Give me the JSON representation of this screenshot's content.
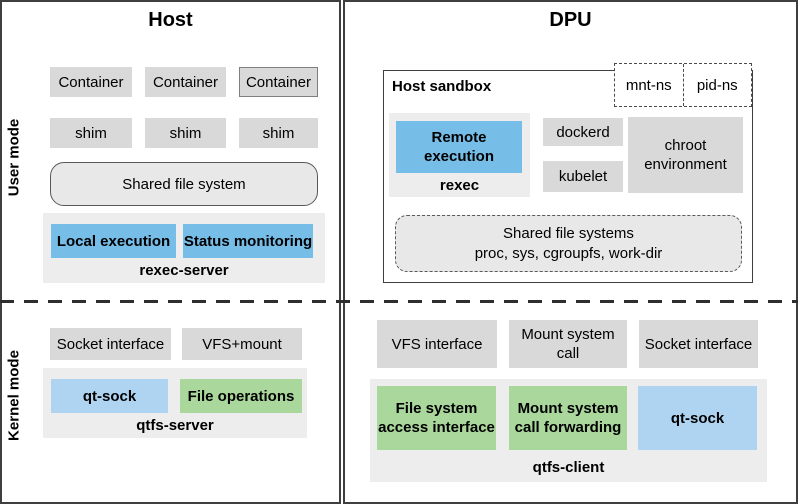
{
  "colors": {
    "medium_blue": "#76BDE8",
    "light_blue": "#AED4F1",
    "green": "#A9D79C",
    "box_gray": "#D9D9D9",
    "group_gray": "#EDEDED",
    "rounded_gray": "#E8E8E8",
    "border_dark": "#3F3F3F",
    "border_gray": "#595959"
  },
  "titles": {
    "host": "Host",
    "dpu": "DPU"
  },
  "mode_labels": {
    "user": "User mode",
    "kernel": "Kernel mode"
  },
  "host": {
    "containers": [
      "Container",
      "Container",
      "Container"
    ],
    "shims": [
      "shim",
      "shim",
      "shim"
    ],
    "shared_fs": "Shared file system",
    "rexec_server": {
      "local_execution": "Local execution",
      "status_monitoring": "Status monitoring",
      "label": "rexec-server"
    },
    "socket_interface": "Socket interface",
    "vfs_mount": "VFS+mount",
    "qtfs_server": {
      "qt_sock": "qt-sock",
      "file_operations": "File operations",
      "label": "qtfs-server"
    }
  },
  "dpu": {
    "sandbox": {
      "label": "Host sandbox",
      "mnt_ns": "mnt-ns",
      "pid_ns": "pid-ns",
      "remote_execution": "Remote execution",
      "rexec_label": "rexec",
      "dockerd": "dockerd",
      "kubelet": "kubelet",
      "chroot": "chroot environment",
      "shared_fs_line1": "Shared file systems",
      "shared_fs_line2": "proc, sys, cgroupfs, work-dir"
    },
    "vfs_interface": "VFS interface",
    "mount_system_call": "Mount system call",
    "socket_interface": "Socket interface",
    "qtfs_client": {
      "fs_access": "File system access interface",
      "mount_forwarding": "Mount system call forwarding",
      "qt_sock": "qt-sock",
      "label": "qtfs-client"
    }
  }
}
